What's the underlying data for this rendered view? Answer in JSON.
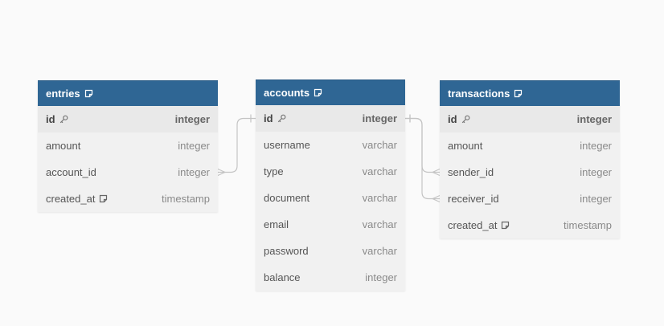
{
  "tables": [
    {
      "name": "entries",
      "fields": [
        {
          "name": "id",
          "type": "integer",
          "pk": true
        },
        {
          "name": "amount",
          "type": "integer"
        },
        {
          "name": "account_id",
          "type": "integer"
        },
        {
          "name": "created_at",
          "type": "timestamp",
          "note": true
        }
      ]
    },
    {
      "name": "accounts",
      "fields": [
        {
          "name": "id",
          "type": "integer",
          "pk": true
        },
        {
          "name": "username",
          "type": "varchar"
        },
        {
          "name": "type",
          "type": "varchar"
        },
        {
          "name": "document",
          "type": "varchar"
        },
        {
          "name": "email",
          "type": "varchar"
        },
        {
          "name": "password",
          "type": "varchar"
        },
        {
          "name": "balance",
          "type": "integer"
        }
      ]
    },
    {
      "name": "transactions",
      "fields": [
        {
          "name": "id",
          "type": "integer",
          "pk": true
        },
        {
          "name": "amount",
          "type": "integer"
        },
        {
          "name": "sender_id",
          "type": "integer"
        },
        {
          "name": "receiver_id",
          "type": "integer"
        },
        {
          "name": "created_at",
          "type": "timestamp",
          "note": true
        }
      ]
    }
  ],
  "relations": [
    {
      "from_table": "entries",
      "from_field": "account_id",
      "to_table": "accounts",
      "to_field": "id",
      "cardinality": "many-to-one"
    },
    {
      "from_table": "transactions",
      "from_field": "sender_id",
      "to_table": "accounts",
      "to_field": "id",
      "cardinality": "many-to-one"
    },
    {
      "from_table": "transactions",
      "from_field": "receiver_id",
      "to_table": "accounts",
      "to_field": "id",
      "cardinality": "many-to-one"
    }
  ],
  "colors": {
    "header": "#2f6694",
    "header_text": "#ffffff",
    "body": "#f1f1f1",
    "pk_row": "#e9e9e9",
    "link": "#c4c4c4",
    "background": "#fafafa"
  },
  "icons": {
    "table_note": "note-icon",
    "primary_key": "key-icon"
  }
}
